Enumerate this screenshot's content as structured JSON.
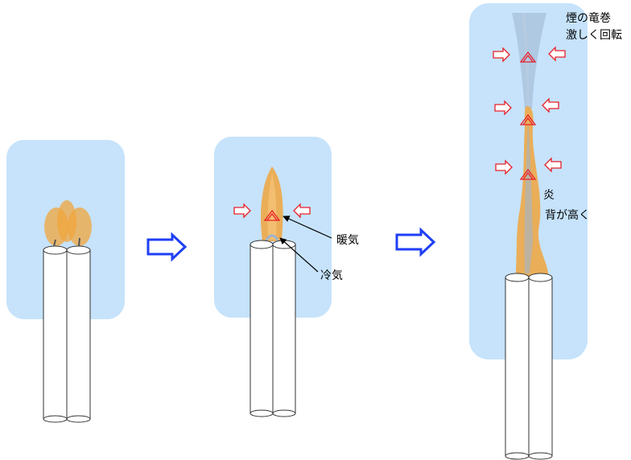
{
  "panels": [
    {
      "stage": 1,
      "labels": []
    },
    {
      "stage": 2,
      "labels": [
        "暖気",
        "冷気"
      ]
    },
    {
      "stage": 3,
      "labels": [
        "煙の竜巻",
        "激しく回転",
        "炎",
        "背が高く"
      ]
    }
  ],
  "labels": {
    "warm_air": "暖気",
    "cold_air": "冷気",
    "smoke_tornado": "煙の竜巻",
    "violent_rotation": "激しく回転",
    "flame": "炎",
    "taller": "背が高く"
  },
  "colors": {
    "background_box": "#c6e3fb",
    "flame": "#f0a53c",
    "candle_fill": "#ffffff",
    "candle_stroke": "#333333",
    "arrow_in": "#e8202a",
    "stage_arrow": "#1f3ff5",
    "smoke": "#9db4cf"
  },
  "icons": [
    "stage-arrow-icon",
    "inflow-arrow-icon",
    "updraft-triangle-icon",
    "pointer-arrow-icon"
  ]
}
